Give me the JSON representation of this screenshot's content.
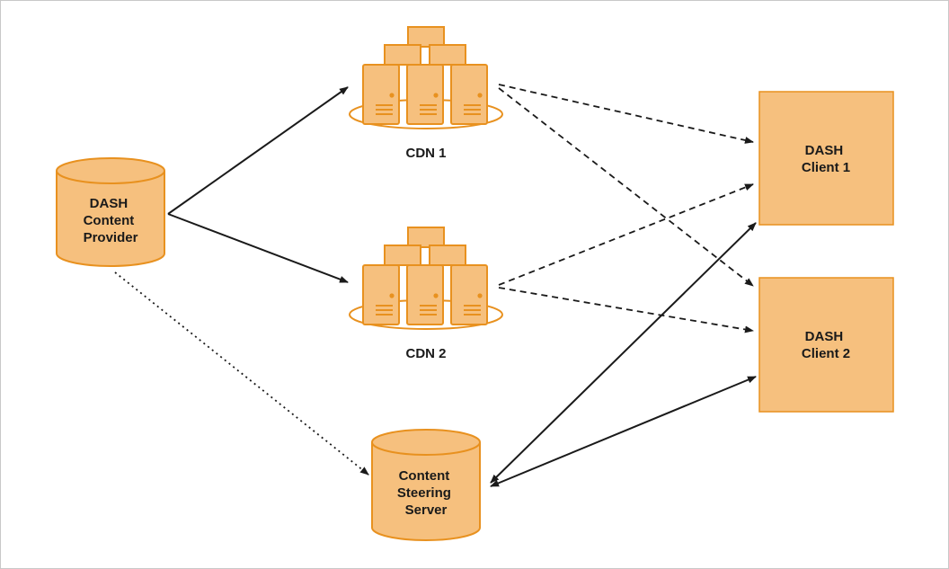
{
  "diagram": {
    "nodes": {
      "provider": {
        "lines": [
          "DASH",
          "Content",
          "Provider"
        ],
        "shape": "cylinder-icon"
      },
      "cdn1": {
        "label": "CDN 1",
        "shape": "server-cluster-icon"
      },
      "cdn2": {
        "label": "CDN 2",
        "shape": "server-cluster-icon"
      },
      "client1": {
        "lines": [
          "DASH",
          "Client 1"
        ],
        "shape": "box"
      },
      "client2": {
        "lines": [
          "DASH",
          "Client 2"
        ],
        "shape": "box"
      },
      "steering": {
        "lines": [
          "Content",
          "Steering",
          "Server"
        ],
        "shape": "cylinder-icon"
      }
    },
    "edges": [
      {
        "from": "provider",
        "to": "cdn1",
        "style": "solid",
        "arrow": "end"
      },
      {
        "from": "provider",
        "to": "cdn2",
        "style": "solid",
        "arrow": "end"
      },
      {
        "from": "cdn1",
        "to": "client1",
        "style": "dashed",
        "arrow": "end"
      },
      {
        "from": "cdn1",
        "to": "client2",
        "style": "dashed",
        "arrow": "end"
      },
      {
        "from": "cdn2",
        "to": "client1",
        "style": "dashed",
        "arrow": "end"
      },
      {
        "from": "cdn2",
        "to": "client2",
        "style": "dashed",
        "arrow": "end"
      },
      {
        "from": "provider",
        "to": "steering",
        "style": "dotted",
        "arrow": "end"
      },
      {
        "from": "steering",
        "to": "client1",
        "style": "solid",
        "arrow": "both"
      },
      {
        "from": "steering",
        "to": "client2",
        "style": "solid",
        "arrow": "both"
      }
    ],
    "colors": {
      "fill": "#f6c07e",
      "stroke": "#e8911f",
      "edge": "#1a1a1a",
      "frame": "#c8c8c8"
    }
  }
}
